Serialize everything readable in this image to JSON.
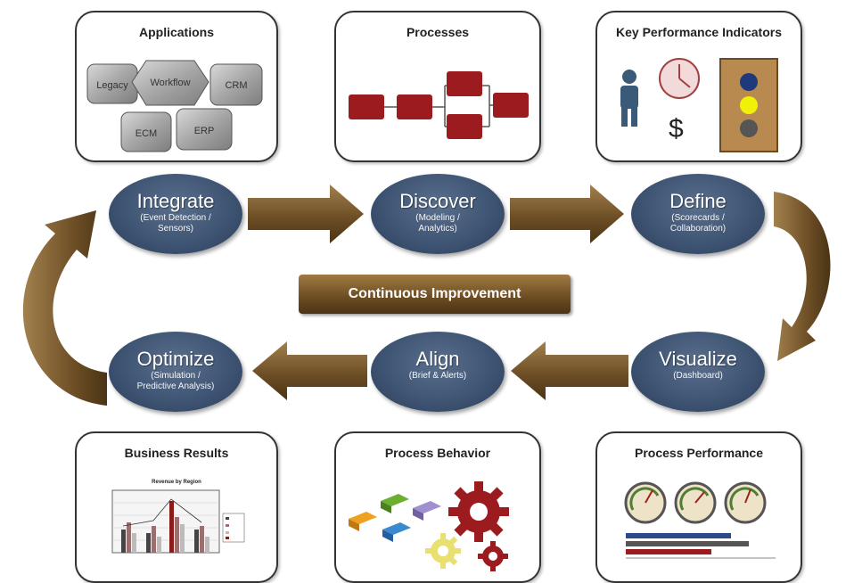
{
  "cards": {
    "applications": {
      "title": "Applications",
      "apps": [
        "Legacy",
        "Workflow",
        "CRM",
        "ECM",
        "ERP"
      ]
    },
    "processes": {
      "title": "Processes"
    },
    "kpi": {
      "title": "Key Performance Indicators",
      "currency": "$"
    },
    "business_results": {
      "title": "Business Results",
      "chart_title": "Revenue by Region"
    },
    "process_behavior": {
      "title": "Process Behavior"
    },
    "process_performance": {
      "title": "Process Performance"
    }
  },
  "stages": {
    "integrate": {
      "name": "Integrate",
      "sub1": "(Event Detection /",
      "sub2": "Sensors)"
    },
    "discover": {
      "name": "Discover",
      "sub1": "(Modeling /",
      "sub2": "Analytics)"
    },
    "define": {
      "name": "Define",
      "sub1": "(Scorecards /",
      "sub2": "Collaboration)"
    },
    "visualize": {
      "name": "Visualize",
      "sub1": "(Dashboard)",
      "sub2": ""
    },
    "align": {
      "name": "Align",
      "sub1": "(Brief & Alerts)",
      "sub2": ""
    },
    "optimize": {
      "name": "Optimize",
      "sub1": "(Simulation /",
      "sub2": "Predictive Analysis)"
    }
  },
  "center": {
    "label": "Continuous Improvement"
  },
  "colors": {
    "oval": "#3f5574",
    "arrow": "#7a5a2e",
    "process_box": "#9b1b1f",
    "gear": "#9b1b1f"
  }
}
